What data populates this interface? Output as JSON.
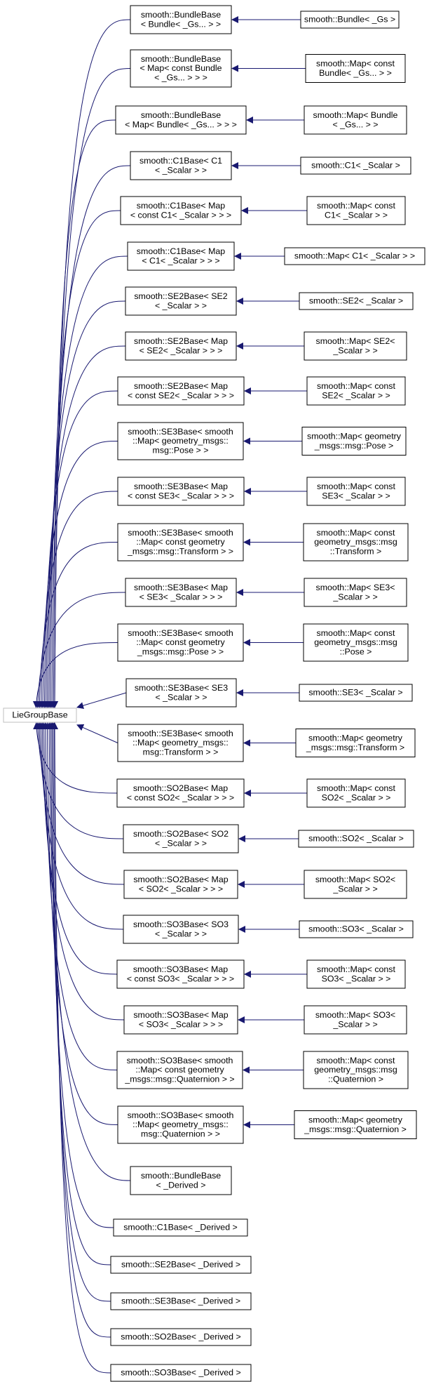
{
  "root": {
    "label": "LieGroupBase"
  },
  "colors": {
    "edge": "#191970",
    "node_border": "#000000",
    "root_border": "#bfbfbf",
    "background": "#ffffff"
  },
  "nodes": [
    {
      "id": "bundlebase-bundle",
      "lines": [
        "smooth::BundleBase",
        "< Bundle< _Gs... > >"
      ],
      "child": {
        "id": "bundle",
        "lines": [
          "smooth::Bundle< _Gs >"
        ]
      }
    },
    {
      "id": "bundlebase-map-const-bundle",
      "lines": [
        "smooth::BundleBase",
        "< Map< const Bundle",
        "< _Gs... > > >"
      ],
      "child": {
        "id": "map-const-bundle",
        "lines": [
          "smooth::Map< const",
          "Bundle< _Gs... > >"
        ]
      }
    },
    {
      "id": "bundlebase-map-bundle",
      "lines": [
        "smooth::BundleBase",
        "< Map< Bundle< _Gs... > > >"
      ],
      "child": {
        "id": "map-bundle",
        "lines": [
          "smooth::Map< Bundle",
          "< _Gs... > >"
        ]
      }
    },
    {
      "id": "c1base-c1",
      "lines": [
        "smooth::C1Base< C1",
        "< _Scalar > >"
      ],
      "child": {
        "id": "c1",
        "lines": [
          "smooth::C1< _Scalar >"
        ]
      }
    },
    {
      "id": "c1base-map-const-c1",
      "lines": [
        "smooth::C1Base< Map",
        "< const C1< _Scalar > > >"
      ],
      "child": {
        "id": "map-const-c1",
        "lines": [
          "smooth::Map< const",
          "C1< _Scalar > >"
        ]
      }
    },
    {
      "id": "c1base-map-c1",
      "lines": [
        "smooth::C1Base< Map",
        "< C1< _Scalar > > >"
      ],
      "child": {
        "id": "map-c1",
        "lines": [
          "smooth::Map< C1< _Scalar > >"
        ]
      }
    },
    {
      "id": "se2base-se2",
      "lines": [
        "smooth::SE2Base< SE2",
        "< _Scalar > >"
      ],
      "child": {
        "id": "se2",
        "lines": [
          "smooth::SE2< _Scalar >"
        ]
      }
    },
    {
      "id": "se2base-map-se2",
      "lines": [
        "smooth::SE2Base< Map",
        "< SE2< _Scalar > > >"
      ],
      "child": {
        "id": "map-se2",
        "lines": [
          "smooth::Map< SE2<",
          "_Scalar > >"
        ]
      }
    },
    {
      "id": "se2base-map-const-se2",
      "lines": [
        "smooth::SE2Base< Map",
        "< const SE2< _Scalar > > >"
      ],
      "child": {
        "id": "map-const-se2",
        "lines": [
          "smooth::Map< const",
          "SE2< _Scalar > >"
        ]
      }
    },
    {
      "id": "se3base-map-pose",
      "lines": [
        "smooth::SE3Base< smooth",
        "::Map< geometry_msgs::",
        "msg::Pose > >"
      ],
      "child": {
        "id": "map-pose",
        "lines": [
          "smooth::Map< geometry",
          "_msgs::msg::Pose >"
        ]
      }
    },
    {
      "id": "se3base-map-const-se3",
      "lines": [
        "smooth::SE3Base< Map",
        "< const SE3< _Scalar > > >"
      ],
      "child": {
        "id": "map-const-se3",
        "lines": [
          "smooth::Map< const",
          "SE3< _Scalar > >"
        ]
      }
    },
    {
      "id": "se3base-map-const-transform",
      "lines": [
        "smooth::SE3Base< smooth",
        "::Map< const geometry",
        "_msgs::msg::Transform > >"
      ],
      "child": {
        "id": "map-const-transform",
        "lines": [
          "smooth::Map< const",
          "geometry_msgs::msg",
          "::Transform >"
        ]
      }
    },
    {
      "id": "se3base-map-se3",
      "lines": [
        "smooth::SE3Base< Map",
        "< SE3< _Scalar > > >"
      ],
      "child": {
        "id": "map-se3",
        "lines": [
          "smooth::Map< SE3<",
          "_Scalar > >"
        ]
      }
    },
    {
      "id": "se3base-map-const-pose",
      "lines": [
        "smooth::SE3Base< smooth",
        "::Map< const geometry",
        "_msgs::msg::Pose > >"
      ],
      "child": {
        "id": "map-const-pose",
        "lines": [
          "smooth::Map< const",
          "geometry_msgs::msg",
          "::Pose >"
        ]
      }
    },
    {
      "id": "se3base-se3",
      "lines": [
        "smooth::SE3Base< SE3",
        "< _Scalar > >"
      ],
      "child": {
        "id": "se3",
        "lines": [
          "smooth::SE3< _Scalar >"
        ]
      }
    },
    {
      "id": "se3base-map-transform",
      "lines": [
        "smooth::SE3Base< smooth",
        "::Map< geometry_msgs::",
        "msg::Transform > >"
      ],
      "child": {
        "id": "map-transform",
        "lines": [
          "smooth::Map< geometry",
          "_msgs::msg::Transform >"
        ]
      }
    },
    {
      "id": "so2base-map-const-so2",
      "lines": [
        "smooth::SO2Base< Map",
        "< const SO2< _Scalar > > >"
      ],
      "child": {
        "id": "map-const-so2",
        "lines": [
          "smooth::Map< const",
          "SO2< _Scalar > >"
        ]
      }
    },
    {
      "id": "so2base-so2",
      "lines": [
        "smooth::SO2Base< SO2",
        "< _Scalar > >"
      ],
      "child": {
        "id": "so2",
        "lines": [
          "smooth::SO2< _Scalar >"
        ]
      }
    },
    {
      "id": "so2base-map-so2",
      "lines": [
        "smooth::SO2Base< Map",
        "< SO2< _Scalar > > >"
      ],
      "child": {
        "id": "map-so2",
        "lines": [
          "smooth::Map< SO2<",
          "_Scalar > >"
        ]
      }
    },
    {
      "id": "so3base-so3",
      "lines": [
        "smooth::SO3Base< SO3",
        "< _Scalar > >"
      ],
      "child": {
        "id": "so3",
        "lines": [
          "smooth::SO3< _Scalar >"
        ]
      }
    },
    {
      "id": "so3base-map-const-so3",
      "lines": [
        "smooth::SO3Base< Map",
        "< const SO3< _Scalar > > >"
      ],
      "child": {
        "id": "map-const-so3",
        "lines": [
          "smooth::Map< const",
          "SO3< _Scalar > >"
        ]
      }
    },
    {
      "id": "so3base-map-so3",
      "lines": [
        "smooth::SO3Base< Map",
        "< SO3< _Scalar > > >"
      ],
      "child": {
        "id": "map-so3",
        "lines": [
          "smooth::Map< SO3<",
          "_Scalar > >"
        ]
      }
    },
    {
      "id": "so3base-map-const-quaternion",
      "lines": [
        "smooth::SO3Base< smooth",
        "::Map< const geometry",
        "_msgs::msg::Quaternion > >"
      ],
      "child": {
        "id": "map-const-quaternion",
        "lines": [
          "smooth::Map< const",
          "geometry_msgs::msg",
          "::Quaternion >"
        ]
      }
    },
    {
      "id": "so3base-map-quaternion",
      "lines": [
        "smooth::SO3Base< smooth",
        "::Map< geometry_msgs::",
        "msg::Quaternion > >"
      ],
      "child": {
        "id": "map-quaternion",
        "lines": [
          "smooth::Map< geometry",
          "_msgs::msg::Quaternion >"
        ]
      }
    },
    {
      "id": "bundlebase-derived",
      "lines": [
        "smooth::BundleBase",
        "< _Derived >"
      ]
    },
    {
      "id": "c1base-derived",
      "lines": [
        "smooth::C1Base< _Derived >"
      ]
    },
    {
      "id": "se2base-derived",
      "lines": [
        "smooth::SE2Base< _Derived >"
      ]
    },
    {
      "id": "se3base-derived",
      "lines": [
        "smooth::SE3Base< _Derived >"
      ]
    },
    {
      "id": "so2base-derived",
      "lines": [
        "smooth::SO2Base< _Derived >"
      ]
    },
    {
      "id": "so3base-derived",
      "lines": [
        "smooth::SO3Base< _Derived >"
      ]
    }
  ]
}
